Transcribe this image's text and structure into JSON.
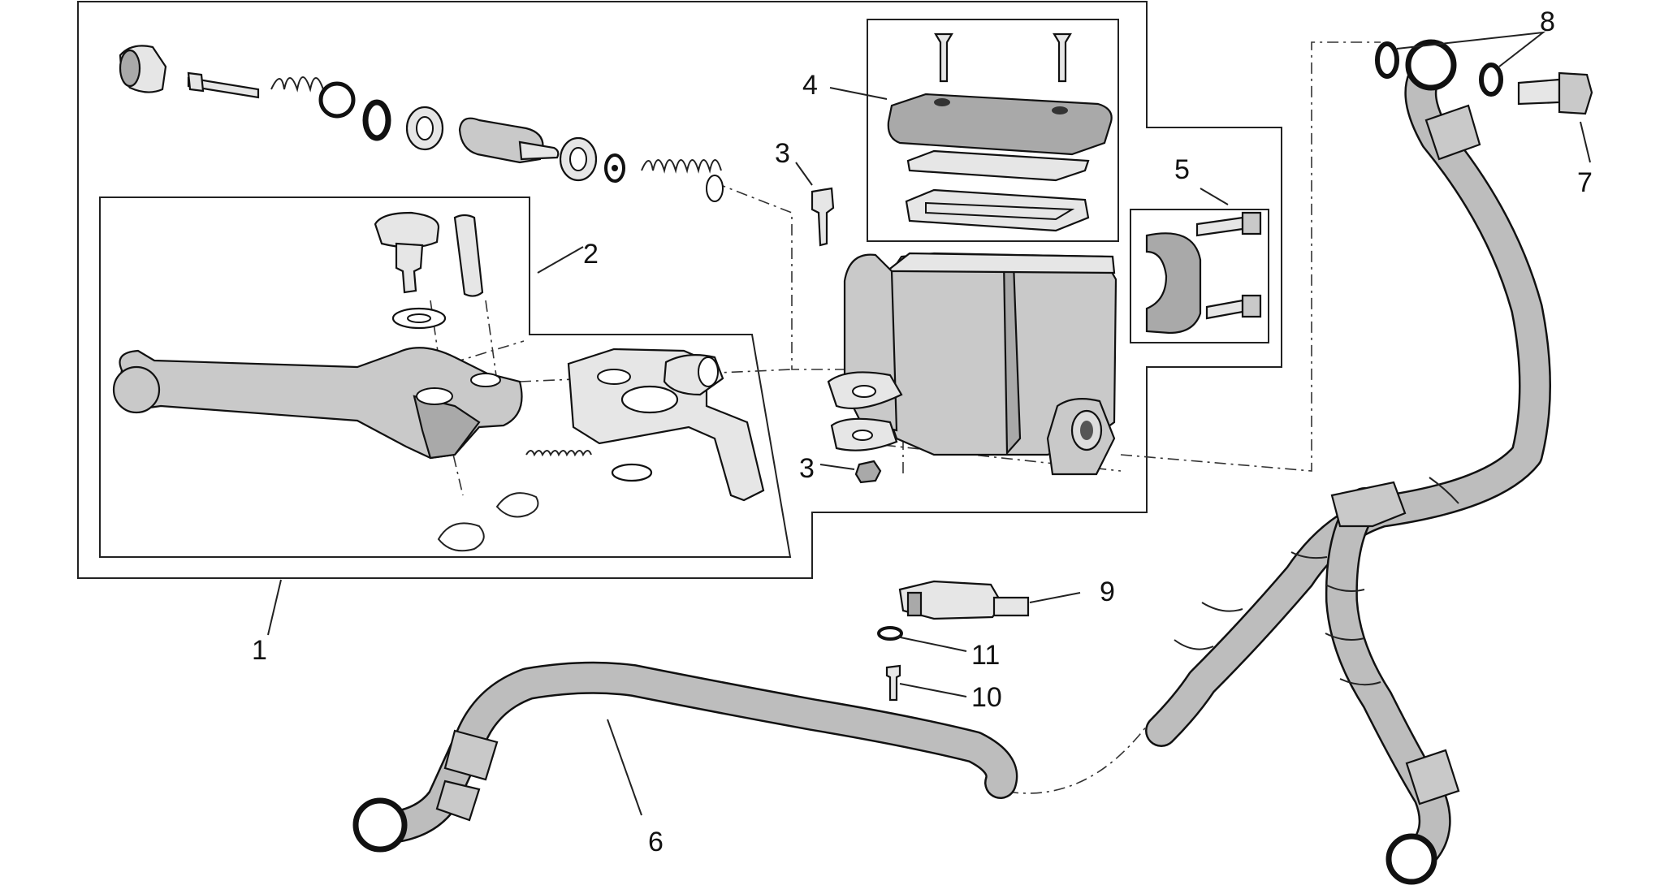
{
  "diagram": {
    "callouts": [
      "1",
      "2",
      "3",
      "3",
      "4",
      "5",
      "6",
      "7",
      "8",
      "9",
      "10",
      "11"
    ],
    "ink_color": "#111111",
    "part_fill": "#c9c9c9"
  }
}
